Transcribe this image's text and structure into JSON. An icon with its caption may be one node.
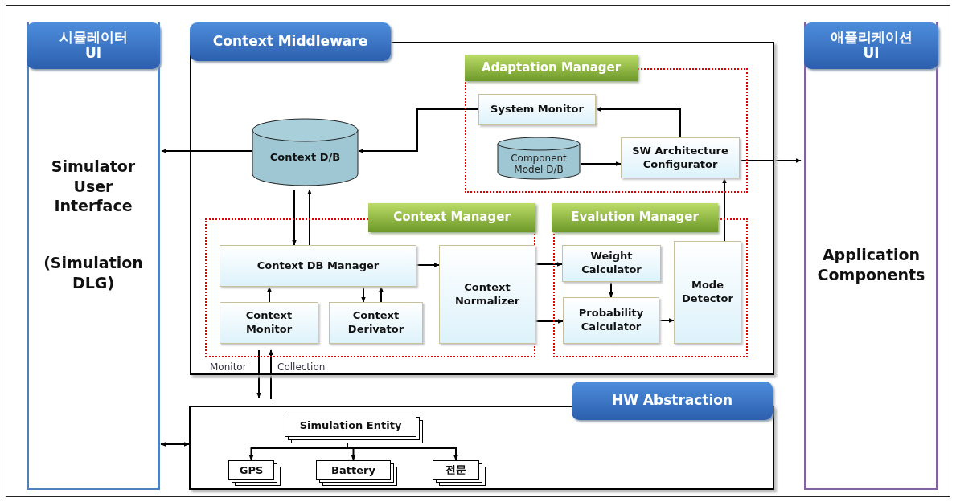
{
  "diagram": {
    "nodes": [
      {
        "text": [
          "시뮬레이터 UI",
          "Simulator User Interface",
          "(Simulation DLG)"
        ]
      },
      {
        "text": [
          "Context Middleware"
        ]
      },
      {
        "text": [
          "Adaptation Manager"
        ],
        "in": 1
      },
      {
        "text": [
          "System Monitor"
        ],
        "in": 2
      },
      {
        "text": [
          "Component Model D/B"
        ],
        "in": 2
      },
      {
        "text": [
          "SW Architecture Configurator"
        ],
        "in": 2
      },
      {
        "text": [
          "Context D/B"
        ],
        "in": 1
      },
      {
        "text": [
          "Context Manager"
        ],
        "in": 1
      },
      {
        "text": [
          "Context DB Manager"
        ],
        "in": 7
      },
      {
        "text": [
          "Context Monitor"
        ],
        "in": 7
      },
      {
        "text": [
          "Context Derivator"
        ],
        "in": 7
      },
      {
        "text": [
          "Context Normalizer"
        ],
        "in": 7
      },
      {
        "text": [
          "Evalution Manager"
        ],
        "in": 1
      },
      {
        "text": [
          "Weight Calculator"
        ],
        "in": 12
      },
      {
        "text": [
          "Probability Calculator"
        ],
        "in": 12
      },
      {
        "text": [
          "Mode Detector"
        ],
        "in": 12
      },
      {
        "text": [
          "HW Abstraction"
        ]
      },
      {
        "text": [
          "Simulation Entity"
        ],
        "in": 16
      },
      {
        "text": [
          "GPS"
        ],
        "in": 16
      },
      {
        "text": [
          "Battery"
        ],
        "in": 16
      },
      {
        "text": [
          "전문"
        ],
        "in": 16
      },
      {
        "text": [
          "애플리케이션 UI",
          "Application Components"
        ]
      }
    ],
    "edges": [
      {
        "from": 6,
        "to": 0,
        "arrow": "to"
      },
      {
        "from": 3,
        "to": 6,
        "arrow": "to"
      },
      {
        "from": 5,
        "to": 3,
        "arrow": "to"
      },
      {
        "from": 4,
        "to": 5,
        "arrow": "to"
      },
      {
        "from": 5,
        "to": 21,
        "arrow": "to"
      },
      {
        "from": 6,
        "to": 8,
        "arrow": "to"
      },
      {
        "from": 8,
        "to": 6,
        "arrow": "to"
      },
      {
        "from": 9,
        "to": 8,
        "arrow": "to"
      },
      {
        "from": 8,
        "to": 10,
        "arrow": "to"
      },
      {
        "from": 10,
        "to": 8,
        "arrow": "to"
      },
      {
        "from": 8,
        "to": 11,
        "arrow": "to"
      },
      {
        "from": 11,
        "to": 13,
        "arrow": "to"
      },
      {
        "from": 11,
        "to": 14,
        "arrow": "to"
      },
      {
        "from": 13,
        "to": 14,
        "arrow": "to"
      },
      {
        "from": 14,
        "to": 15,
        "arrow": "to"
      },
      {
        "from": 15,
        "to": 5,
        "arrow": "to"
      },
      {
        "from": 9,
        "to": 16,
        "arrow": "to",
        "label": "Monitor"
      },
      {
        "from": 16,
        "to": 9,
        "arrow": "to",
        "label": "Collection"
      },
      {
        "from": 0,
        "to": 16,
        "arrow": "both"
      },
      {
        "from": 17,
        "to": 18,
        "arrow": "to"
      },
      {
        "from": 17,
        "to": 19,
        "arrow": "to"
      },
      {
        "from": 17,
        "to": 20,
        "arrow": "to"
      }
    ]
  }
}
